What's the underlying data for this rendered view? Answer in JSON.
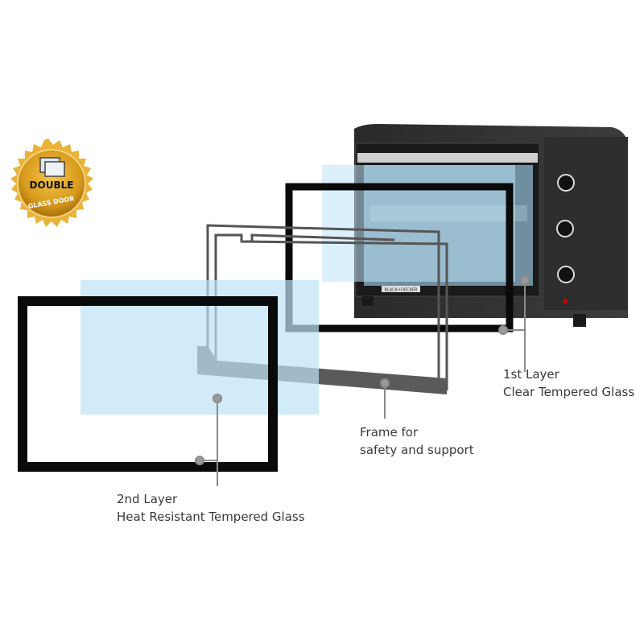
{
  "badge": {
    "line1": "DOUBLE",
    "line2": "GLASS DOOR"
  },
  "oven": {
    "brand": "BLACK+DECKER"
  },
  "labels": {
    "first_layer": {
      "title": "1st Layer",
      "subtitle": "Clear Tempered Glass"
    },
    "frame": {
      "title": "Frame for",
      "subtitle": "safety and support"
    },
    "second_layer": {
      "title": "2nd Layer",
      "subtitle": "Heat Resistant Tempered Glass"
    }
  },
  "colors": {
    "glass": "#bfe3f7",
    "frame": "#0a0a0a",
    "support": "#555555",
    "callout": "#8a8a8a",
    "badge_gold": "#d89a1c"
  }
}
